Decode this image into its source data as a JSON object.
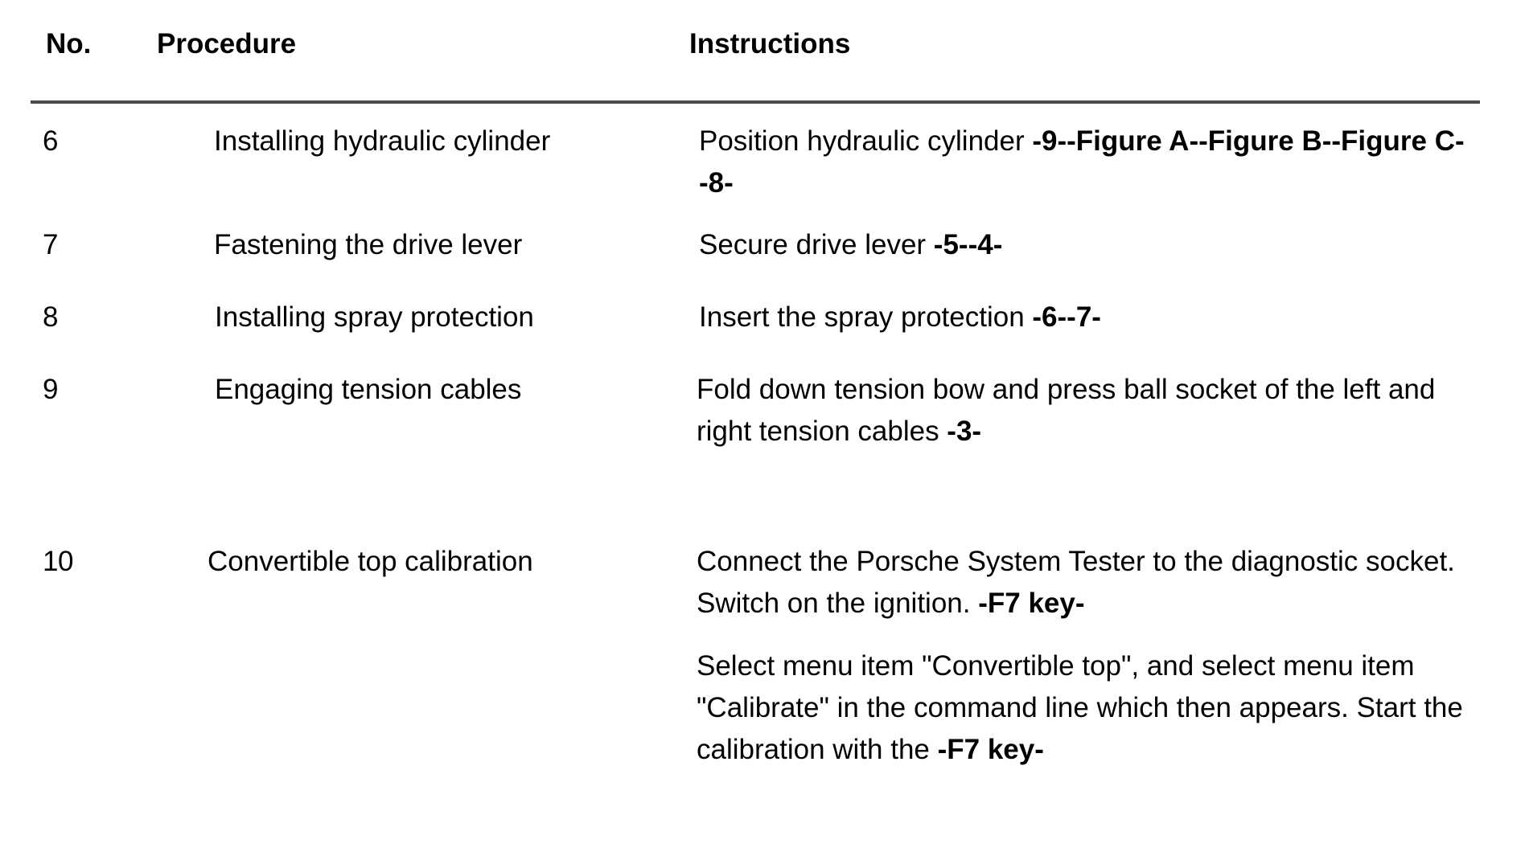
{
  "document": {
    "type": "procedure-table",
    "title": "",
    "rule_color": "#4a4a4a",
    "text_color": "#000000",
    "background_color": "#ffffff"
  },
  "table": {
    "headers": {
      "no": "No.",
      "procedure": "Procedure",
      "instructions": "Instructions"
    },
    "rows": [
      {
        "no": "6",
        "procedure": "Installing hydraulic cylinder",
        "instructions": [
          {
            "runs": [
              {
                "text": "Position hydraulic cylinder ",
                "bold": false
              },
              {
                "text": "-9--Figure A--Figure B--Figure C--8-",
                "bold": true
              }
            ]
          }
        ]
      },
      {
        "no": "7",
        "procedure": "Fastening the drive lever",
        "instructions": [
          {
            "runs": [
              {
                "text": "Secure drive lever ",
                "bold": false
              },
              {
                "text": "-5--4-",
                "bold": true
              }
            ]
          }
        ]
      },
      {
        "no": "8",
        "procedure": "Installing spray protection",
        "instructions": [
          {
            "runs": [
              {
                "text": "Insert the spray protection ",
                "bold": false
              },
              {
                "text": "-6--7-",
                "bold": true
              }
            ]
          }
        ]
      },
      {
        "no": "9",
        "procedure": "Engaging tension cables",
        "instructions": [
          {
            "runs": [
              {
                "text": "Fold down tension bow and press ball socket of the left and right tension cables ",
                "bold": false
              },
              {
                "text": "-3-",
                "bold": true
              }
            ]
          }
        ]
      },
      {
        "no": "10",
        "procedure": "Convertible top calibration",
        "instructions": [
          {
            "runs": [
              {
                "text": "Connect the Porsche System Tester to the diagnostic socket. Switch on the ignition. ",
                "bold": false
              },
              {
                "text": "-F7 key-",
                "bold": true
              }
            ]
          },
          {
            "runs": [
              {
                "text": "Select menu item \"Convertible top\", and select menu item \"Calibrate\" in the command line which then appears. Start the calibration with the ",
                "bold": false
              },
              {
                "text": "-F7 key-",
                "bold": true
              }
            ]
          }
        ]
      }
    ]
  }
}
